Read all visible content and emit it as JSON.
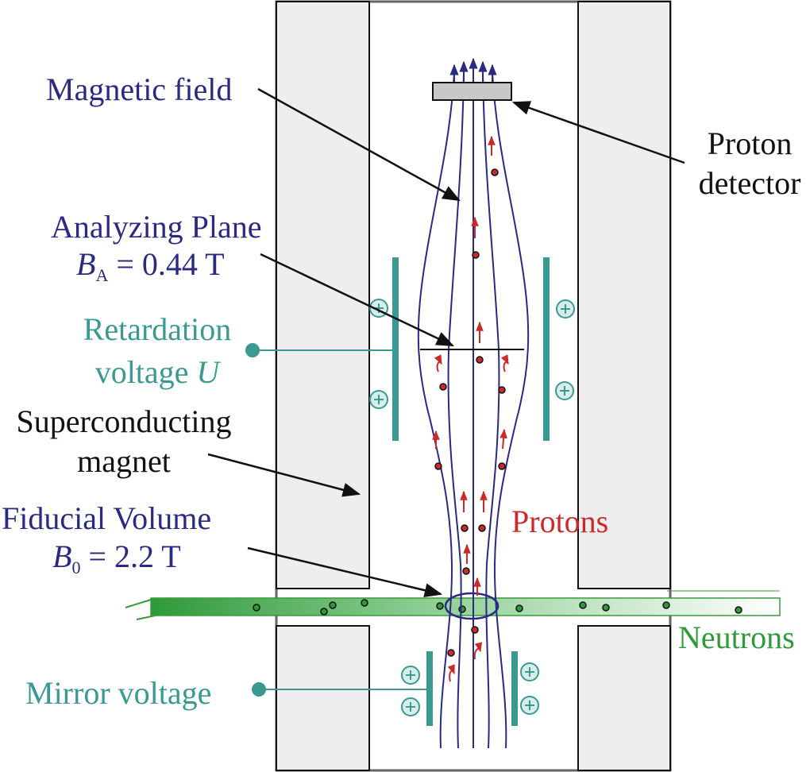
{
  "labels": {
    "magnetic_field": "Magnetic field",
    "proton_detector_1": "Proton",
    "proton_detector_2": "detector",
    "analyzing_plane": "Analyzing Plane",
    "ba_symbol": "B",
    "ba_subscript": "A",
    "ba_value": " = 0.44  T",
    "retardation_1": "Retardation",
    "retardation_2": "voltage ",
    "retardation_var": "U",
    "sc_magnet_1": "Superconducting",
    "sc_magnet_2": "magnet",
    "fiducial_volume": "Fiducial  Volume",
    "b0_symbol": "B",
    "b0_subscript": "0",
    "b0_value": " = 2.2 T",
    "protons": "Protons",
    "neutrons": "Neutrons",
    "mirror_voltage": "Mirror voltage"
  },
  "colors": {
    "navy": "#2a2a85",
    "teal": "#3a9a92",
    "red": "#cc2a2a",
    "green": "#2f9a3a",
    "black": "#111111",
    "magnet_fill": "#eeeeee",
    "frame": "#666666"
  }
}
